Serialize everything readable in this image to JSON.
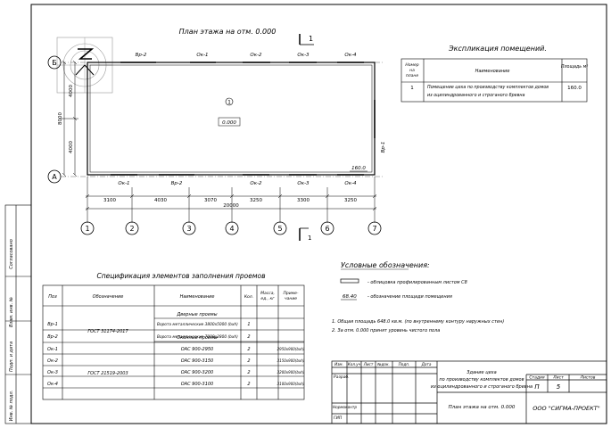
{
  "plan": {
    "title": "План этажа на отм. 0.000",
    "section_mark": "1",
    "openings": [
      "Вр-2",
      "Ок-1",
      "Ок-2",
      "Ок-3",
      "Ок-4",
      "Ок-1",
      "Вр-2",
      "Ок-2",
      "Ок-3",
      "Ок-4",
      "Вр-1"
    ],
    "room_number": "1",
    "level_mark": "0.000",
    "area_mark": "160.0",
    "axis_letters": [
      "Б",
      "А"
    ],
    "left_dims": [
      "4000",
      "8000",
      "4000"
    ],
    "bottom_dims": [
      "3100",
      "4030",
      "3070",
      "3250",
      "3300",
      "3250"
    ],
    "total_dim": "20000",
    "axis_numbers": [
      "1",
      "2",
      "3",
      "4",
      "5",
      "6",
      "7"
    ]
  },
  "explication": {
    "title": "Экспликация помещений.",
    "headers": [
      "Номер на плане",
      "Наименование",
      "Площадь м²"
    ],
    "rows": [
      {
        "num": "1",
        "name_line1": "Помещение цеха по производству комплектов домов",
        "name_line2": "из оцилиндрованного и строганого бревна",
        "area": "160.0"
      }
    ]
  },
  "legend": {
    "title": "Условные обозначения:",
    "items": [
      {
        "symbol": "",
        "text": "- облицовка профилированным листом С8"
      },
      {
        "symbol": "68.40",
        "text": "- обозначение площади помещения"
      }
    ]
  },
  "notes": [
    "1. Общая площадь 648.0 кв.м. (по внутреннему контуру наружных стен)",
    "2. За отм. 0.000 принят уровень чистого пола"
  ],
  "spec": {
    "title": "Спецификация элементов заполнения проемов",
    "headers": [
      "Поз",
      "Обозначение",
      "Наименование",
      "Кол.",
      "Масса, ед., кг",
      "Приме-чание"
    ],
    "group1_title": "Дверные проемы",
    "group2_title": "Оконные проемы",
    "rows": [
      {
        "pos": "Вр-1",
        "designation": "ГОСТ 31174-2017",
        "name": "Ворота металлические 3800х5000 (bхh)",
        "qty": "1",
        "note": ""
      },
      {
        "pos": "Вр-2",
        "designation": "",
        "name": "Ворота металлические 7000х2800 (bхh)",
        "qty": "2",
        "note": ""
      },
      {
        "pos": "Ок-1",
        "designation": "",
        "name": "ОАС 900-2950",
        "qty": "2",
        "note": "2950х900(bхh)"
      },
      {
        "pos": "Ок-2",
        "designation": "ГОСТ 21519-2003",
        "name": "ОАС 900-3150",
        "qty": "2",
        "note": "3150х900(bхh)"
      },
      {
        "pos": "Ок-3",
        "designation": "",
        "name": "ОАС 900-3200",
        "qty": "2",
        "note": "3200х900(bхh)"
      },
      {
        "pos": "Ок-4",
        "designation": "",
        "name": "ОАС 900-3100",
        "qty": "2",
        "note": "3100х900(bхh)"
      }
    ]
  },
  "side_stamp": [
    "Согласовано",
    "Взам. инв. №",
    "Подп. и дата",
    "Инв. № подл."
  ],
  "title_block": {
    "header_cells": [
      "Изм.",
      "Кол.уч",
      "Лист",
      "№док.",
      "Подп.",
      "Дата"
    ],
    "left_labels": [
      "Разраб.",
      "Нормоконтр",
      "ГИП"
    ],
    "project_line1": "Здание цеха",
    "project_line2": "по производству комплектов домов",
    "project_line3": "из оцилиндрованного и строганого бревна",
    "sheet_title": "План этажа на отм. 0.000",
    "stage_label": "Стадия",
    "sheet_label": "Лист",
    "sheets_label": "Листов",
    "stage": "П",
    "sheet": "5",
    "sheets": "",
    "company": "ООО \"СИГМА-ПРОЕКТ\""
  }
}
